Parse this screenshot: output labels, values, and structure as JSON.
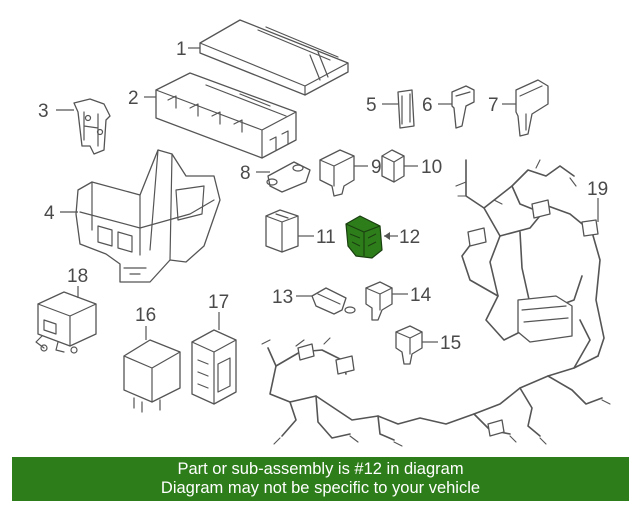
{
  "diagram": {
    "callouts": [
      "1",
      "2",
      "3",
      "4",
      "5",
      "6",
      "7",
      "8",
      "9",
      "10",
      "11",
      "12",
      "13",
      "14",
      "15",
      "16",
      "17",
      "18",
      "19"
    ],
    "highlight_color": "#2e7d1b"
  },
  "banner": {
    "line1": "Part or sub-assembly is #12 in diagram",
    "line2": "Diagram may not be specific to your vehicle",
    "background": "#2e7d1b",
    "text_color": "#ffffff"
  }
}
